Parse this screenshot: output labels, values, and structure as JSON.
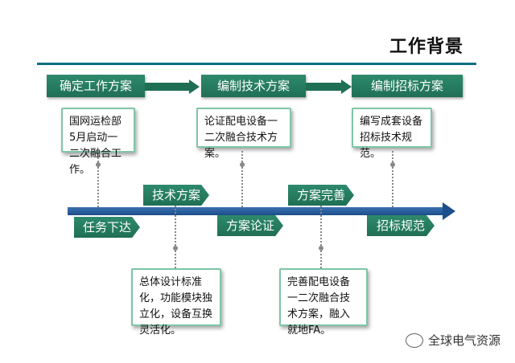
{
  "title": "工作背景",
  "steps": [
    "确定工作方案",
    "编制技术方案",
    "编制招标方案"
  ],
  "top_cards": [
    "国网运检部5月启动一二次融合工作。",
    "论证配电设备一二次融合技术方案。",
    "编写成套设备招标技术规范。"
  ],
  "timeline_tags": {
    "above": [
      "技术方案",
      "方案完善"
    ],
    "below": [
      "任务下达",
      "方案论证",
      "招标规范"
    ]
  },
  "bottom_cards": [
    "总体设计标准化，功能模块独立化，设备互换灵活化。",
    "完善配电设备一二次融合技术方案，融入就地FA。"
  ],
  "watermark": "全球电气资源",
  "colors": {
    "accent_green": "#1f6f55",
    "timeline_blue": "#1d4e8c",
    "card_border": "#7ec5a5",
    "rule": "#0e6e82"
  }
}
